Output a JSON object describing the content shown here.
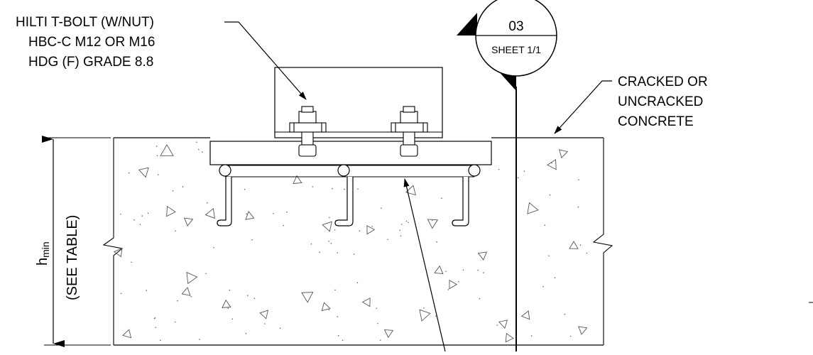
{
  "labels": {
    "bolt": [
      "HILTI T-BOLT (W/NUT)",
      "HBC-C M12 OR M16",
      "HDG (F) GRADE 8.8"
    ],
    "concrete": [
      "CRACKED OR",
      "UNCRACKED",
      "CONCRETE"
    ]
  },
  "dimension": {
    "symbol": "h",
    "subscript": "min",
    "note": "(SEE TABLE)"
  },
  "section_callout": {
    "number": "03",
    "sheet": "SHEET 1/1"
  }
}
